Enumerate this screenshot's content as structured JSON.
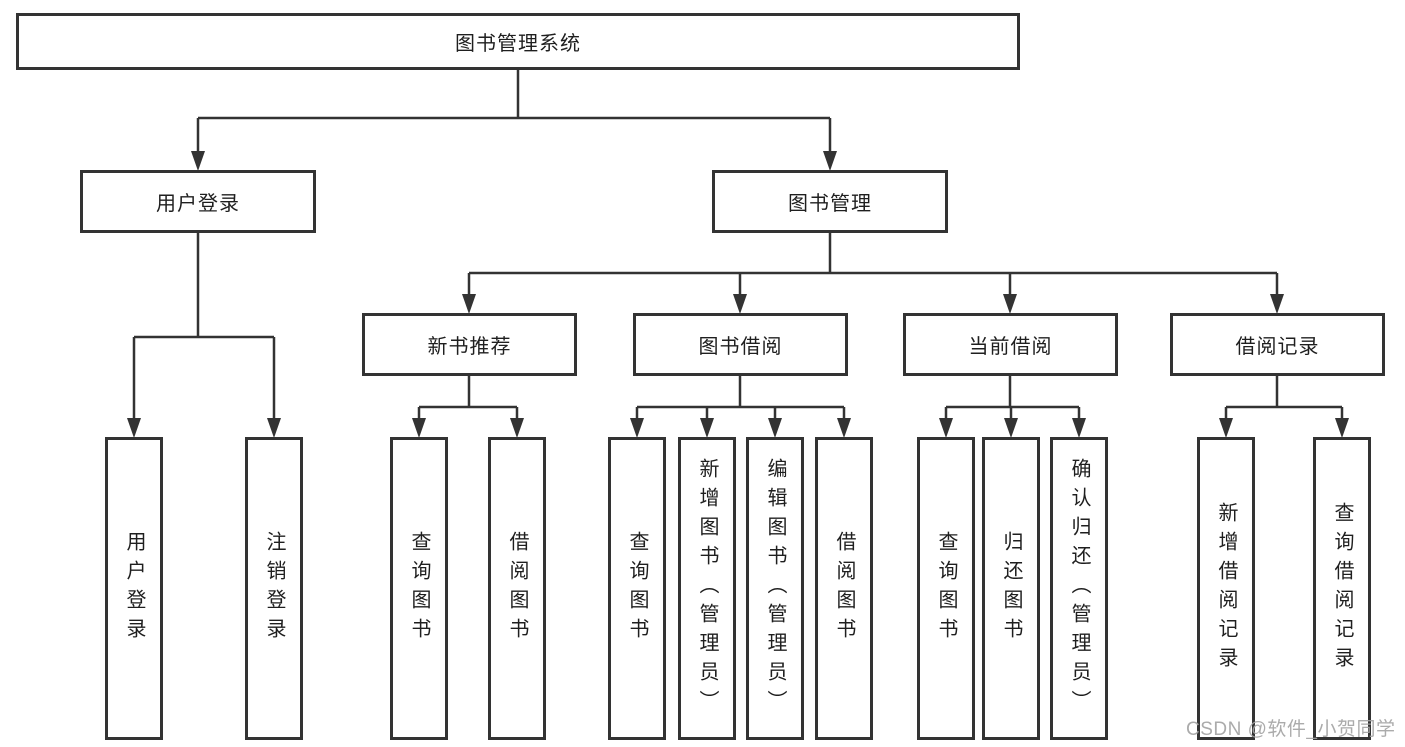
{
  "diagram": {
    "root": "图书管理系统",
    "branches": [
      {
        "label": "用户登录",
        "leaves": [
          "用户登录",
          "注销登录"
        ]
      },
      {
        "label": "图书管理",
        "groups": [
          {
            "label": "新书推荐",
            "leaves": [
              "查询图书",
              "借阅图书"
            ]
          },
          {
            "label": "图书借阅",
            "leaves": [
              "查询图书",
              "新增图书（管理员）",
              "编辑图书（管理员）",
              "借阅图书"
            ]
          },
          {
            "label": "当前借阅",
            "leaves": [
              "查询图书",
              "归还图书",
              "确认归还（管理员）"
            ]
          },
          {
            "label": "借阅记录",
            "leaves": [
              "新增借阅记录",
              "查询借阅记录"
            ]
          }
        ]
      }
    ]
  },
  "watermark": "CSDN @软件_小贺同学",
  "colors": {
    "background": "#ffffff",
    "box_border": "#333333",
    "connector_line": "#333333",
    "text": "#1f1f1f",
    "watermark": "#a3a3a3"
  }
}
